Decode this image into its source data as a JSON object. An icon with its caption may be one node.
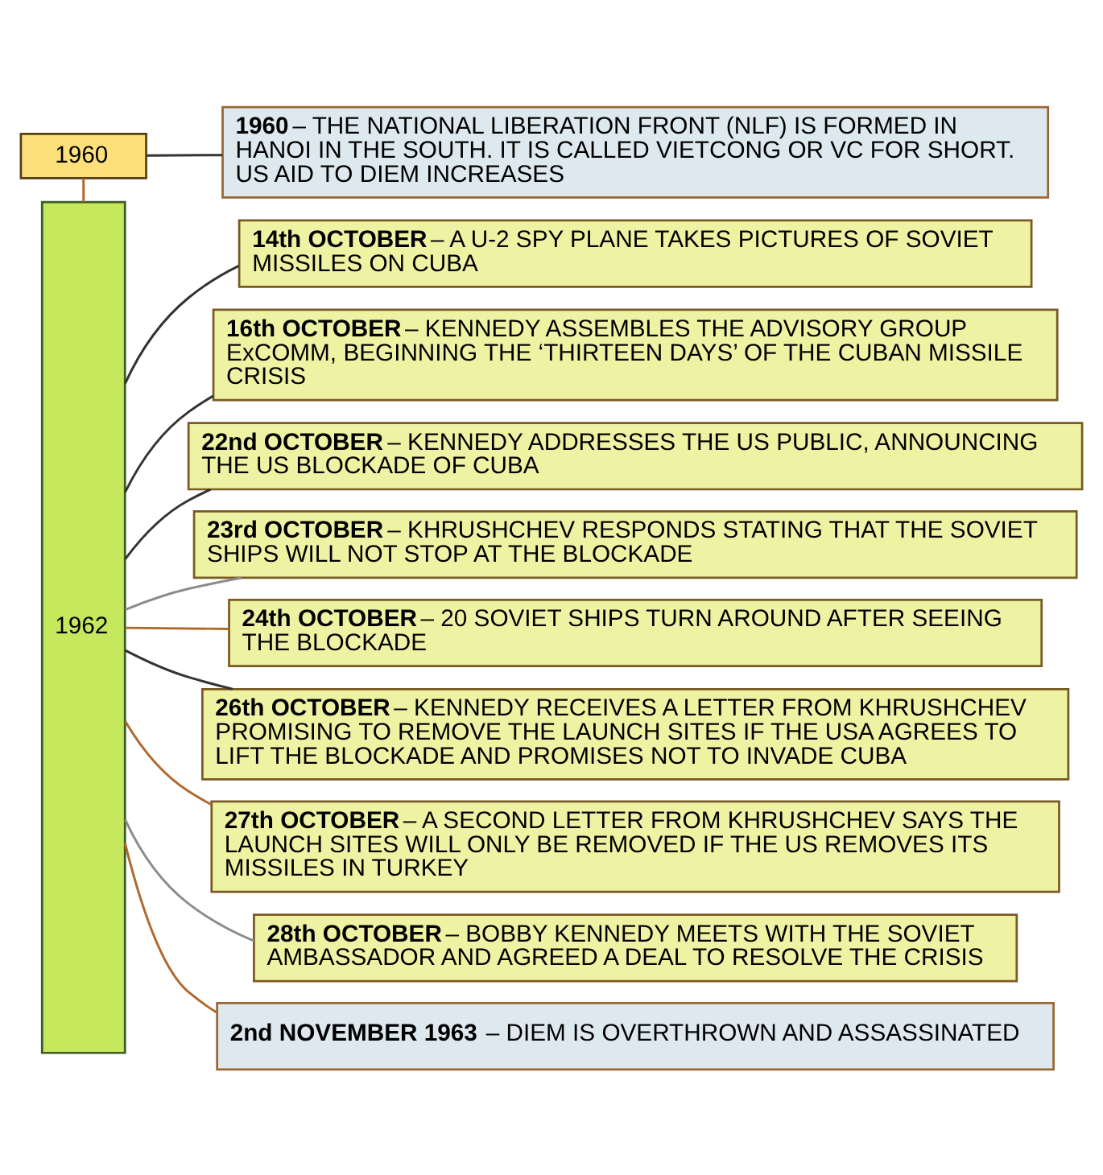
{
  "diagram": {
    "nodes": [
      {
        "text": [
          "1960"
        ]
      },
      {
        "text": [
          "**1960** – THE NATIONAL LIBERATION FRONT (NLF) IS FORMED IN HANOI IN THE SOUTH. IT IS CALLED VIETCONG OR VC FOR SHORT. US AID TO DIEM INCREASES"
        ]
      },
      {
        "text": [
          "1962"
        ]
      },
      {
        "text": [
          "**14th OCTOBER** – A U-2 SPY PLANE TAKES PICTURES OF SOVIET MISSILES ON CUBA"
        ]
      },
      {
        "text": [
          "**16th OCTOBER** – KENNEDY ASSEMBLES THE ADVISORY GROUP ExCOMM, BEGINNING THE ‘THIRTEEN DAYS’ OF THE CUBAN MISSILE CRISIS"
        ]
      },
      {
        "text": [
          "**22nd OCTOBER** – KENNEDY ADDRESSES THE US PUBLIC, ANNOUNCING THE US BLOCKADE OF CUBA"
        ]
      },
      {
        "text": [
          "**23rd OCTOBER** – KHRUSHCHEV RESPONDS STATING THAT THE SOVIET SHIPS WILL NOT STOP AT THE BLOCKADE"
        ]
      },
      {
        "text": [
          "**24th OCTOBER** – 20 SOVIET SHIPS TURN AROUND AFTER SEEING THE BLOCKADE"
        ]
      },
      {
        "text": [
          "**26th OCTOBER** – KENNEDY RECEIVES A LETTER FROM KHRUSHCHEV PROMISING TO REMOVE THE LAUNCH SITES IF THE USA AGREES TO LIFT THE BLOCKADE AND PROMISES NOT TO INVADE CUBA"
        ]
      },
      {
        "text": [
          "**27th OCTOBER** – A SECOND LETTER FROM KHRUSHCHEV SAYS THE LAUNCH SITES WILL ONLY BE REMOVED IF THE US REMOVES ITS MISSILES IN TURKEY"
        ]
      },
      {
        "text": [
          "**28th OCTOBER** – BOBBY KENNEDY MEETS WITH THE SOVIET AMBASSADOR AND AGREED A DEAL TO RESOLVE THE CRISIS"
        ]
      },
      {
        "text": [
          "**2nd NOVEMBER 1963** – DIEM IS OVERTHROWN AND ASSASSINATED"
        ]
      }
    ],
    "edges": [
      {
        "from": 0,
        "to": 1,
        "arrow": "none"
      },
      {
        "from": 0,
        "to": 2,
        "arrow": "none",
        "color": "#b0692c"
      },
      {
        "from": 2,
        "to": 3,
        "arrow": "none"
      },
      {
        "from": 2,
        "to": 4,
        "arrow": "none"
      },
      {
        "from": 2,
        "to": 5,
        "arrow": "none"
      },
      {
        "from": 2,
        "to": 6,
        "arrow": "none",
        "color": "#8c8c8c"
      },
      {
        "from": 2,
        "to": 7,
        "arrow": "none",
        "color": "#b0692c"
      },
      {
        "from": 2,
        "to": 8,
        "arrow": "none"
      },
      {
        "from": 2,
        "to": 9,
        "arrow": "none",
        "color": "#b0692c"
      },
      {
        "from": 2,
        "to": 10,
        "arrow": "none",
        "color": "#8c8c8c"
      },
      {
        "from": 2,
        "to": 11,
        "arrow": "none",
        "color": "#b0692c"
      }
    ]
  }
}
